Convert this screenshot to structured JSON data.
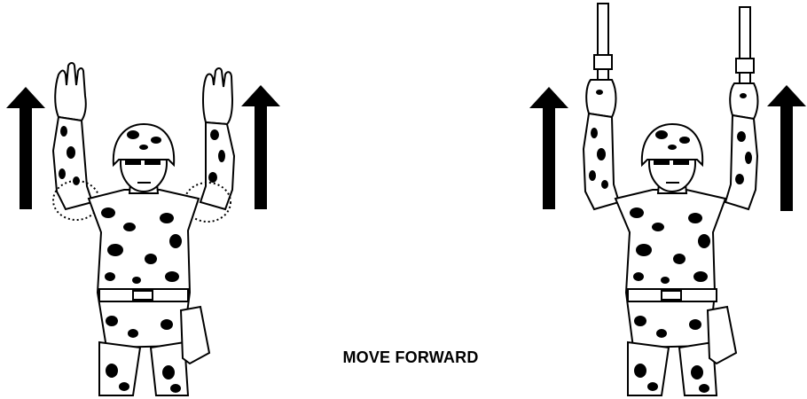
{
  "caption": "MOVE FORWARD",
  "figures": [
    {
      "variant": "hand-signal",
      "arrow_icon": "arrow-up-icon"
    },
    {
      "variant": "light-wand-signal",
      "arrow_icon": "arrow-up-icon"
    }
  ],
  "colors": {
    "ink": "#000000",
    "background": "#ffffff"
  }
}
